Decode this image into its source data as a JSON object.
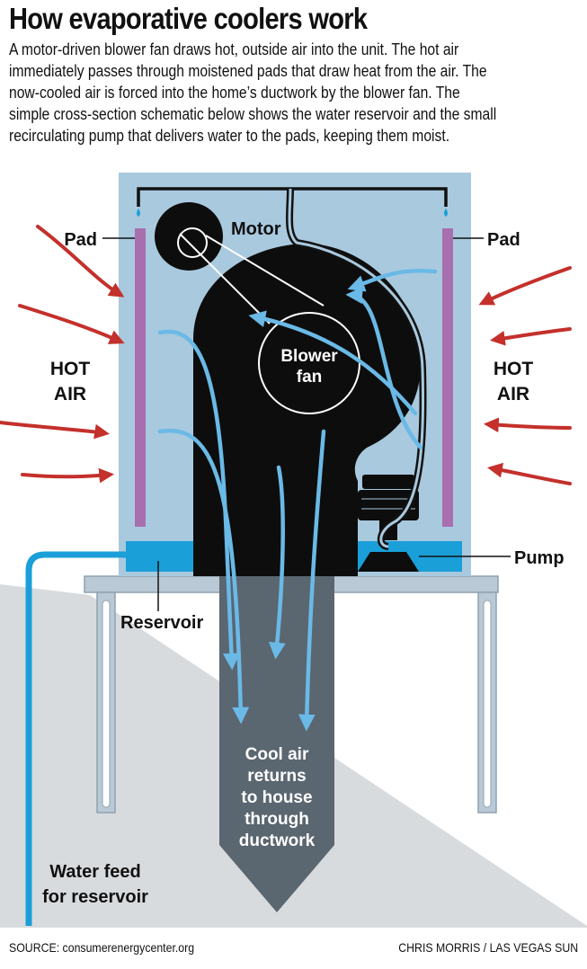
{
  "title": "How evaporative coolers work",
  "intro_lines": [
    "A motor-driven blower fan draws hot, outside air into the unit. The hot air",
    "immediately passes through moistened pads that draw heat from the air. The",
    "now-cooled air is forced into the home’s ductwork by the blower fan. The",
    "simple cross-section schematic below shows the water reservoir and the small",
    "recirculating pump that delivers water to the pads, keeping them moist."
  ],
  "labels": {
    "motor": "Motor",
    "pad_left": "Pad",
    "pad_right": "Pad",
    "blower_line1": "Blower",
    "blower_line2": "fan",
    "hot_air_left_1": "HOT",
    "hot_air_left_2": "AIR",
    "hot_air_right_1": "HOT",
    "hot_air_right_2": "AIR",
    "pump": "Pump",
    "reservoir": "Reservoir",
    "cool_air": [
      "Cool air",
      "returns",
      "to house",
      "through",
      "ductwork"
    ],
    "water_feed": [
      "Water feed",
      "for reservoir"
    ]
  },
  "colors": {
    "unit_body": "#a9c9de",
    "pad": "#a86fae",
    "hot_air_arrow": "#c4302b",
    "cool_air_arrow": "#6ab9e6",
    "water": "#1a9fd8",
    "duct": "#5a6670",
    "stand": "#b9c9d5",
    "ground": "#d8dbde",
    "housing": "#0d0d0d"
  },
  "footer": {
    "source": "SOURCE: consumerenergycenter.org",
    "credit": "CHRIS MORRIS / LAS VEGAS SUN"
  }
}
